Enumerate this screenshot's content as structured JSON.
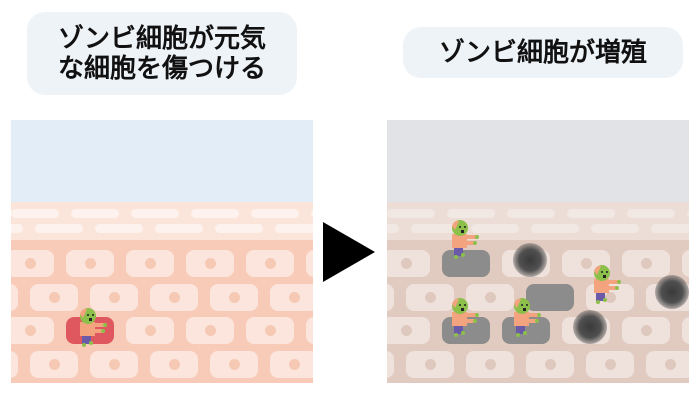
{
  "left_title": {
    "line1": "ゾンビ細胞が元気",
    "line2": "な細胞を傷つける"
  },
  "right_title": "ゾンビ細胞が増殖",
  "colors": {
    "damaged_cell": "#e0585f",
    "zombie_cell": "#8c8c8c",
    "zombie_skin": "#8dc04a",
    "zombie_shirt": "#f4a37f",
    "zombie_pants": "#6a5aa8"
  }
}
